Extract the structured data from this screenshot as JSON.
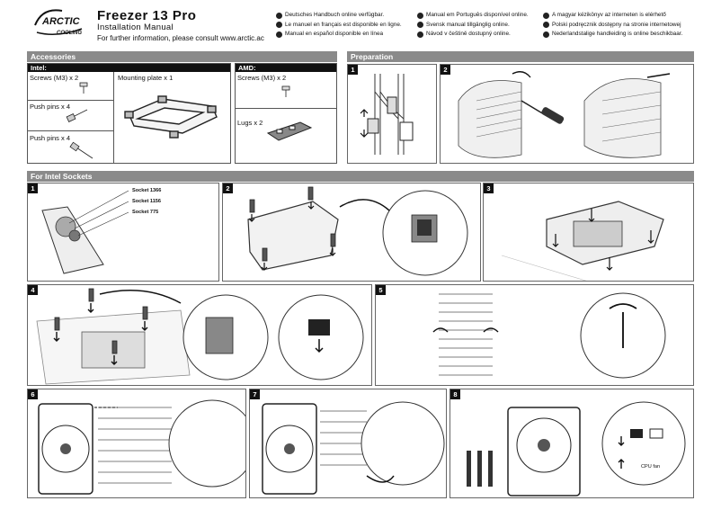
{
  "header": {
    "title": "Freezer 13 Pro",
    "subtitle": "Installation Manual",
    "info": "For further information, please consult www.arctic.ac",
    "logo_word": "ARCTIC",
    "logo_sub": "COOLING",
    "languages_col1": [
      {
        "code": "DE",
        "text": "Deutsches Handbuch online verfügbar."
      },
      {
        "code": "FR",
        "text": "Le manuel en français est disponible en ligne."
      },
      {
        "code": "ES",
        "text": "Manual en español disponible en línea"
      }
    ],
    "languages_col2": [
      {
        "code": "PT",
        "text": "Manual em Português disponível online."
      },
      {
        "code": "SE",
        "text": "Svensk manual tillgänglig online."
      },
      {
        "code": "CZ",
        "text": "Návod v češtině dostupný online."
      }
    ],
    "languages_col3": [
      {
        "code": "HU",
        "text": "A magyar kézikönyv az interneten is elérhető"
      },
      {
        "code": "PL",
        "text": "Polski podręcznik dostępny na stronie internetowej"
      },
      {
        "code": "NL",
        "text": "Nederlandstalige handleiding is online beschikbaar."
      }
    ]
  },
  "accessories": {
    "section_title": "Accessories",
    "intel_head": "Intel:",
    "amd_head": "AMD:",
    "intel_items": [
      "Screws (M3) x 2",
      "Push pins x 4",
      "Push pins x 4"
    ],
    "mounting_plate": "Mounting plate x 1",
    "amd_items": [
      "Screws (M3) x 2",
      "Lugs x 2"
    ]
  },
  "preparation": {
    "section_title": "Preparation",
    "steps": [
      "1",
      "2"
    ]
  },
  "intel": {
    "section_title": "For Intel Sockets",
    "steps": [
      "1",
      "2",
      "3",
      "4",
      "5",
      "6",
      "7",
      "8"
    ],
    "socket_labels": [
      "Socket 1366",
      "Socket 1156",
      "Socket 775"
    ],
    "cpu_fan_label": "CPU fan"
  },
  "colors": {
    "section_bar": "#8a8a8a",
    "line_art": "#333333"
  }
}
